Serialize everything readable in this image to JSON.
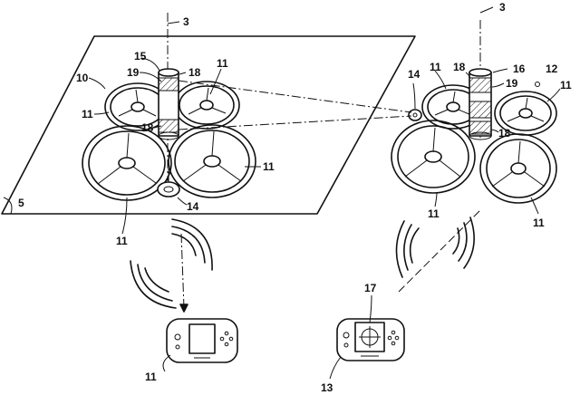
{
  "labels": {
    "axis_left": "3",
    "axis_right": "3",
    "plane": "5",
    "drone_left": "10",
    "column_left_top": "15",
    "column_left_ring_a": "19",
    "column_left_ring_b": "18",
    "column_left_ring_c": "18",
    "rotor_left_top_right": "11",
    "rotor_left_mid_left": "11",
    "rotor_left_bottom_right": "11",
    "rotor_left_bottom_left": "11",
    "camera_left": "14",
    "column_right_a": "18",
    "column_right_b": "16",
    "column_right_c": "19",
    "column_right_d": "18",
    "camera_right": "14",
    "rotor_right_top": "11",
    "rotor_right_right": "11",
    "rotor_right_bottom_left": "11",
    "rotor_right_bottom_right": "11",
    "point_right": "12",
    "controller_left": "11",
    "controller_right_top": "17",
    "controller_right_bottom": "13"
  }
}
